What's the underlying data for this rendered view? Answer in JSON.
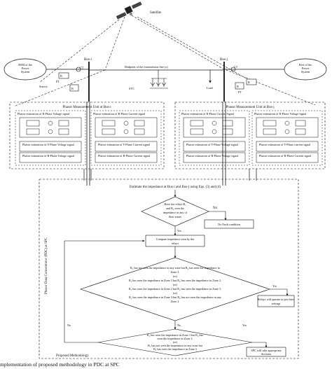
{
  "satellite": {
    "label": "Satellite"
  },
  "buses": {
    "bus_i": "Bus-i",
    "bus_j": "Bus-j"
  },
  "power_systems": {
    "left": [
      "RSM of the",
      "Power",
      "System"
    ],
    "right": [
      "Rest of the",
      "Power",
      "System"
    ]
  },
  "line": {
    "ct_left": "CT",
    "ct_right": "CT",
    "relay_left": "R",
    "relay_right": "R",
    "breaker_left": "B",
    "breaker_right": "B",
    "pt_left": "PT",
    "pt_right": "PT",
    "midpoint_label": "Midpoint of the transmission line (x)",
    "source_label": "Source",
    "svc_label": "SVC",
    "load_label": "Load"
  },
  "pmu_i": {
    "title": "Phasor Measurement Unit at Bus-i",
    "left_title": "Phasor estimation of R-Phase Voltage signal",
    "right_title": "Phasor estimation of R-Phase Current signal",
    "left_outputs": [
      "Phasor estimation of Y-Phase Voltage signal",
      "Phasor estimation of B-Phase Voltage signal"
    ],
    "right_outputs": [
      "Phasor estimation of Y-Phase Current signal",
      "Phasor estimation of B-Phase Current signal"
    ]
  },
  "pmu_j": {
    "title": "Phasor Measurement Unit at Bus-j",
    "left_title": "Phasor estimation of R-Phase Current Signal",
    "right_title": "Phasor estimation of R-Phase Voltage signal",
    "left_outputs": [
      "Phasor estimation of Y-Phase Voltage signal",
      "Phasor estimation of B-Phase Voltage signal"
    ],
    "right_outputs": [
      "Phasor estimation of Y-Phase current signal",
      "Phasor estimation of B-Phase Current signal"
    ]
  },
  "pdc": {
    "side_label": "Phasor Data Concentrator (PDC) at SPC",
    "estimate": "Estimate the impedance at Bus-i and Bus-j using Eqs. (3) and (4)",
    "decision1": [
      "Have the relays R₁",
      "and R₂ seen the",
      "impedance in any of",
      "their zones"
    ],
    "no_label": "No",
    "yes_label": "Yes",
    "no_fault": "No Fault condition",
    "compare": [
      "Compare impedance seen by the",
      "relays"
    ],
    "decision2": [
      "R₁ has not seen the impedance in any zone but R₂ has seen the impedance in",
      "Zone 3.",
      "(or)",
      "R₁ has seen the impedance in Zone 3 but R₂ has seen the impedance in Zone 2.",
      "(or)",
      "R₁ has seen the impedance in Zone 2 but R₂ has seen the impedance in Zone 3.",
      "(or)",
      "R₁ has seen the impedance in Zone 3 but R₂ has not seen the impedance in any",
      "Zone 2."
    ],
    "relays_operate": [
      "Relays will operate as per their",
      "settings"
    ],
    "decision3": [
      "R₁ has seen the impedance in Zone 3 but R₂ has",
      "seen the impedance in Zone 3.",
      "(or)",
      "R₁ has not seen the impedance in any zone but",
      "R₂ has seen the impedance in Zone 3"
    ],
    "spc_action": [
      "SPC will take appropriate",
      "decision"
    ],
    "methodology": "Proposed Methodology"
  },
  "caption": "mplementation of proposed methodology in PDC at SPC"
}
